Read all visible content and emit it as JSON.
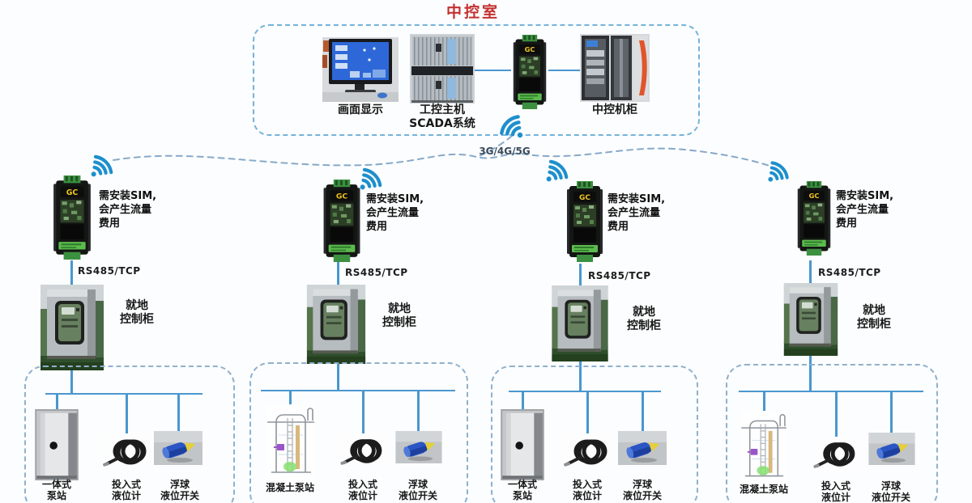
{
  "title": "中控室",
  "dtu_logo": "GC",
  "wireless_label": "3G/4G/5G",
  "control_room": {
    "display_caption": "画面显示",
    "host_caption_l1": "工控主机",
    "host_caption_l2": "SCADA系统",
    "cabinet_caption": "中控机柜"
  },
  "branches": [
    {
      "sim_note_l1": "需安装SIM,",
      "sim_note_l2": "会产生流量",
      "sim_note_l3": "费用",
      "protocol": "RS485/TCP",
      "cabinet_l1": "就地",
      "cabinet_l2": "控制柜",
      "station_l1": "一体式",
      "station_l2": "泵站",
      "sensor1_l1": "投入式",
      "sensor1_l2": "液位计",
      "sensor2_l1": "浮球",
      "sensor2_l2": "液位开关"
    },
    {
      "sim_note_l1": "需安装SIM,",
      "sim_note_l2": "会产生流量",
      "sim_note_l3": "费用",
      "protocol": "RS485/TCP",
      "cabinet_l1": "就地",
      "cabinet_l2": "控制柜",
      "station_l1": "混凝土泵站",
      "station_l2": "",
      "sensor1_l1": "投入式",
      "sensor1_l2": "液位计",
      "sensor2_l1": "浮球",
      "sensor2_l2": "液位开关"
    },
    {
      "sim_note_l1": "需安装SIM,",
      "sim_note_l2": "会产生流量",
      "sim_note_l3": "费用",
      "protocol": "RS485/TCP",
      "cabinet_l1": "就地",
      "cabinet_l2": "控制柜",
      "station_l1": "一体式",
      "station_l2": "泵站",
      "sensor1_l1": "投入式",
      "sensor1_l2": "液位计",
      "sensor2_l1": "浮球",
      "sensor2_l2": "液位开关"
    },
    {
      "sim_note_l1": "需安装SIM,",
      "sim_note_l2": "会产生流量",
      "sim_note_l3": "费用",
      "protocol": "RS485/TCP",
      "cabinet_l1": "就地",
      "cabinet_l2": "控制柜",
      "station_l1": "混凝土泵站",
      "station_l2": "",
      "sensor1_l1": "投入式",
      "sensor1_l2": "液位计",
      "sensor2_l1": "浮球",
      "sensor2_l2": "液位开关"
    }
  ],
  "colors": {
    "accent_line": "#4a97cf",
    "dashed_link": "#86a9c9",
    "wifi_blue": "#1d8fcd",
    "title_red": "#c43131"
  }
}
